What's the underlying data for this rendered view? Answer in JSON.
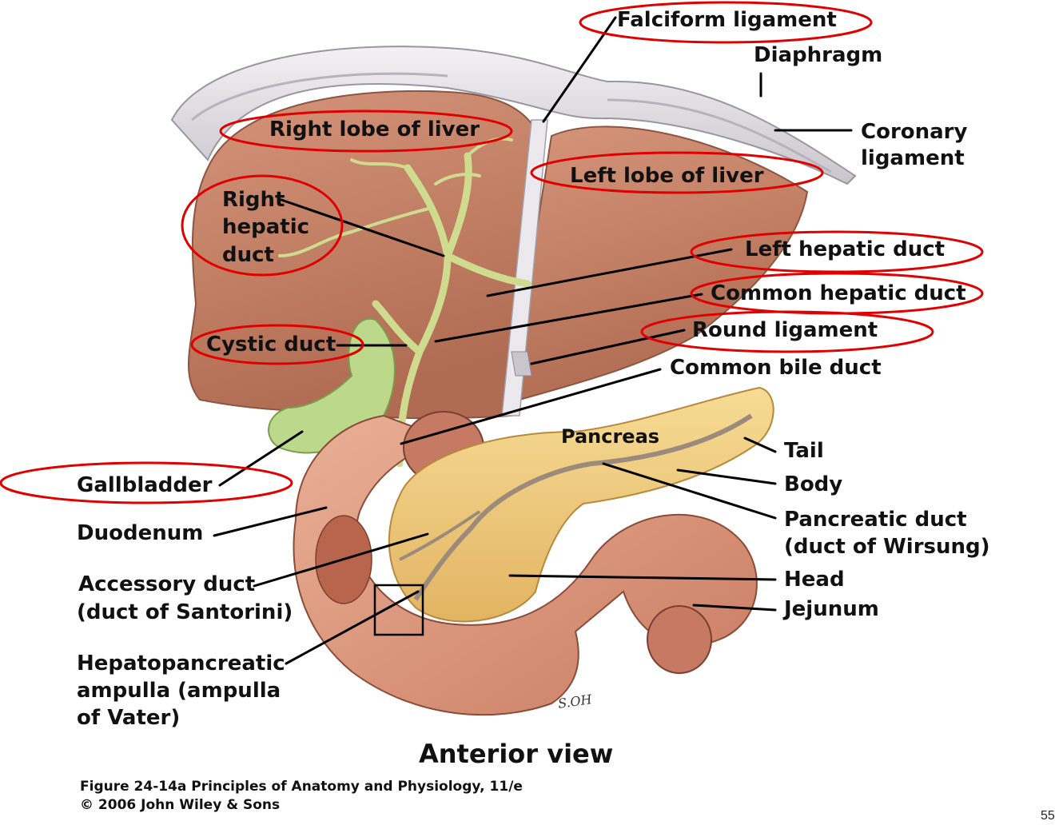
{
  "labels": {
    "falciform_ligament": "Falciform ligament",
    "diaphragm": "Diaphragm",
    "coronary_ligament_1": "Coronary",
    "coronary_ligament_2": "ligament",
    "right_lobe": "Right lobe of liver",
    "left_lobe": "Left lobe of liver",
    "right_hepatic_1": "Right",
    "right_hepatic_2": "hepatic",
    "right_hepatic_3": "duct",
    "left_hepatic_duct": "Left hepatic duct",
    "common_hepatic_duct": "Common hepatic duct",
    "round_ligament": "Round ligament",
    "cystic_duct": "Cystic duct",
    "common_bile_duct": "Common bile duct",
    "pancreas": "Pancreas",
    "tail": "Tail",
    "body": "Body",
    "pancreatic_duct_1": "Pancreatic duct",
    "pancreatic_duct_2": "(duct of Wirsung)",
    "head": "Head",
    "jejunum": "Jejunum",
    "gallbladder": "Gallbladder",
    "duodenum": "Duodenum",
    "accessory_duct_1": "Accessory duct",
    "accessory_duct_2": "(duct of Santorini)",
    "ampulla_1": "Hepatopancreatic",
    "ampulla_2": "ampulla (ampulla",
    "ampulla_3": "of Vater)"
  },
  "view_title": "Anterior view",
  "caption_line_1": "Figure 24-14a  Principles of Anatomy and Physiology, 11/e",
  "caption_line_2": "© 2006 John Wiley & Sons",
  "artist_signature": "S.OH",
  "slide_number": "55",
  "colors": {
    "highlight_ellipse": "#e00000",
    "liver": "#c98466",
    "gallbladder": "#bcd88a",
    "pancreas": "#efc978",
    "duodenum": "#e2a085",
    "diaphragm": "#d9d7db",
    "leader_line": "#000000"
  }
}
